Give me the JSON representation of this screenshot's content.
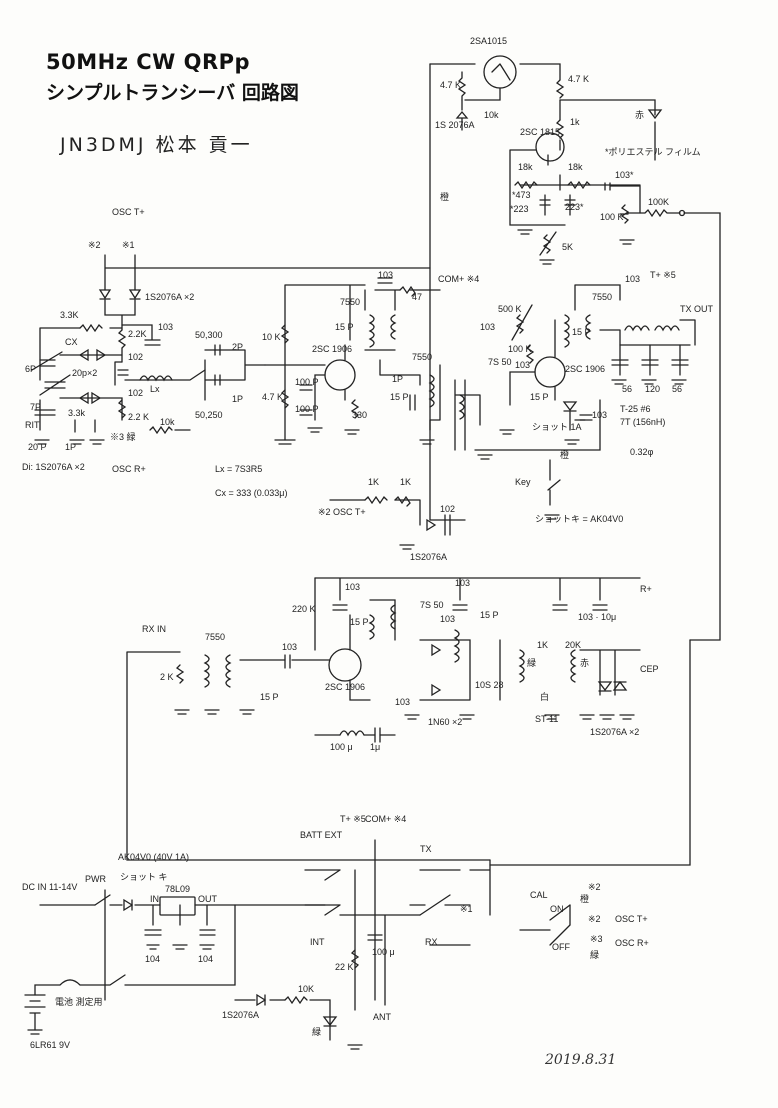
{
  "header": {
    "title_line1": "50MHz CW QRPp",
    "title_line2": "シンプルトランシーバ 回路図",
    "author": "JN3DMJ 松本 貢一"
  },
  "footer": {
    "date": "2019.8.31"
  },
  "labels": {
    "q_pnp": "2SA1015",
    "r_47k_a": "4.7 K",
    "r_10k_a": "10k",
    "d_1s2076a_a": "1S 2076A",
    "r_47k_b": "4.7 K",
    "r_1k_a": "1k",
    "q_2sc1815": "2SC 1815",
    "led_red": "赤",
    "polyester": "*ポリエステル フィルム",
    "c_103_a": "103*",
    "r_18k_a": "18k",
    "r_18k_b": "18k",
    "c_473": "*473",
    "c_223_a": "*223",
    "c_223_b": "223*",
    "r_100k_a": "100 K",
    "r_100k_b": "100K",
    "vr_5k": "5K",
    "orange": "橙",
    "osc_tplus_top": "OSC T+",
    "x2_a": "※2",
    "x1_a": "※1",
    "d_1s2076a_x2": "1S2076A ×2",
    "r_33k": "3.3K",
    "r_22k_a": "2.2K",
    "c_103_b": "103",
    "cx": "CX",
    "c_102_a": "102",
    "c_102_b": "102",
    "c_6p": "6P",
    "c_20px2": "20p×2",
    "c_7p": "7P",
    "lx": "Lx",
    "r_33k_b": "3.3k",
    "rit": "RIT",
    "c_20p": "20 P",
    "c_1p_a": "1P",
    "r_22_b": "2.2 K",
    "x3_a": "※3 緑",
    "r_10k_b": "10k",
    "di_note": "Di: 1S2076A ×2",
    "osc_rplus_a": "OSC R+",
    "c_50_300": "50,300",
    "c_2p": "2P",
    "c_1p_b": "1P",
    "c_50_250": "50,250",
    "r_10k_c": "10 K",
    "r_47k_c": "4.7 K",
    "q_2sc1906_a": "2SC 1906",
    "c_15p_a": "15 P",
    "c_100p_a": "100 P",
    "c_100p_b": "100 P",
    "r_330": "330",
    "t_7550_a": "7550",
    "c_103_c": "103",
    "r_47": "47",
    "comt_4": "COM+ ※4",
    "t_7550_b": "7550",
    "c_1p_c": "1P",
    "c_15p_b": "15 P",
    "lx_note": "Lx = 7S3R5",
    "cx_note": "Cx = 333 (0.033μ)",
    "r_1k_b": "1K",
    "r_1k_c": "1K",
    "x2_b": "※2 OSC T+",
    "c_102_c": "102",
    "d_1s2076a_b": "1S2076A",
    "vr_500k": "500 K",
    "c_103_d": "103",
    "r_100k_c": "100 K",
    "t_7s50": "7S 50",
    "c_103_e": "103",
    "c_15p_c": "15 P",
    "q_2sc1906_b": "2SC 1906",
    "shot_1a": "ショット 1A",
    "c_103_f": "103",
    "t_7550_c": "7550",
    "c_15p_d": "15 P",
    "c_103_g": "103",
    "tplus_5": "T+ ※5",
    "tx_out": "TX OUT",
    "c_56a": "56",
    "c_120": "120",
    "c_56b": "56",
    "t25": "T-25 #6",
    "t25_turns": "7T (156nH)",
    "t25_wire": "0.32φ",
    "key": "Key",
    "cathode_orange": "橙",
    "shottky": "ショットキ = AK04V0",
    "c_103_h": "103",
    "c_103_i": "103",
    "rplus": "R+",
    "c_103_10mu": "103 · 10μ",
    "r_220k": "220 K",
    "c_15p_e": "15 P",
    "t_7s50_b": "7S 50",
    "c_103_j": "103",
    "c_15p_f": "15 P",
    "rx_in": "RX IN",
    "vr_2k": "2 K",
    "t_7550_d": "7550",
    "c_103_k": "103",
    "c_15p_g": "15 P",
    "q_2sc1906_c": "2SC 1906",
    "c_103_l": "103",
    "t_10s28": "10S 28",
    "d_1n60": "1N60 ×2",
    "l_100mu": "100 μ",
    "c_1mu": "1μ",
    "t_1k": "1K",
    "t_20k": "20K",
    "green_a": "緑",
    "white_a": "白",
    "red_b": "赤",
    "st11": "ST-11",
    "d_1s2076a_c": "1S2076A ×2",
    "cep": "CEP",
    "ak04": "AK04V0 (40V 1A)",
    "batt_ext": "BATT EXT",
    "tplus_5b": "T+ ※5",
    "comt_4b": "COM+ ※4",
    "tx": "TX",
    "dc_in": "DC IN 11-14V",
    "pwr": "PWR",
    "shot_b": "ショット キ",
    "reg": "78L09",
    "reg_in": "IN",
    "reg_out": "OUT",
    "c_104_a": "104",
    "c_104_b": "104",
    "int": "INT",
    "x1_b": "※1",
    "rx": "RX",
    "cal": "CAL",
    "cal_on": "ON",
    "cal_x2": "※2",
    "cal_orange": "橙",
    "cal_x2b": "※2",
    "osc_tplus_b": "OSC T+",
    "off": "OFF",
    "x3_b": "※3",
    "osc_rplus_b": "OSC R+",
    "green_b": "緑",
    "r_22k_c": "22 K",
    "c_100mu": "100 μ",
    "battery_note": "電池 測定用",
    "bat_6lr61": "6LR61 9V",
    "d_1s2076a_d": "1S2076A",
    "r_10k_d": "10K",
    "green_led": "緑",
    "ant": "ANT"
  }
}
